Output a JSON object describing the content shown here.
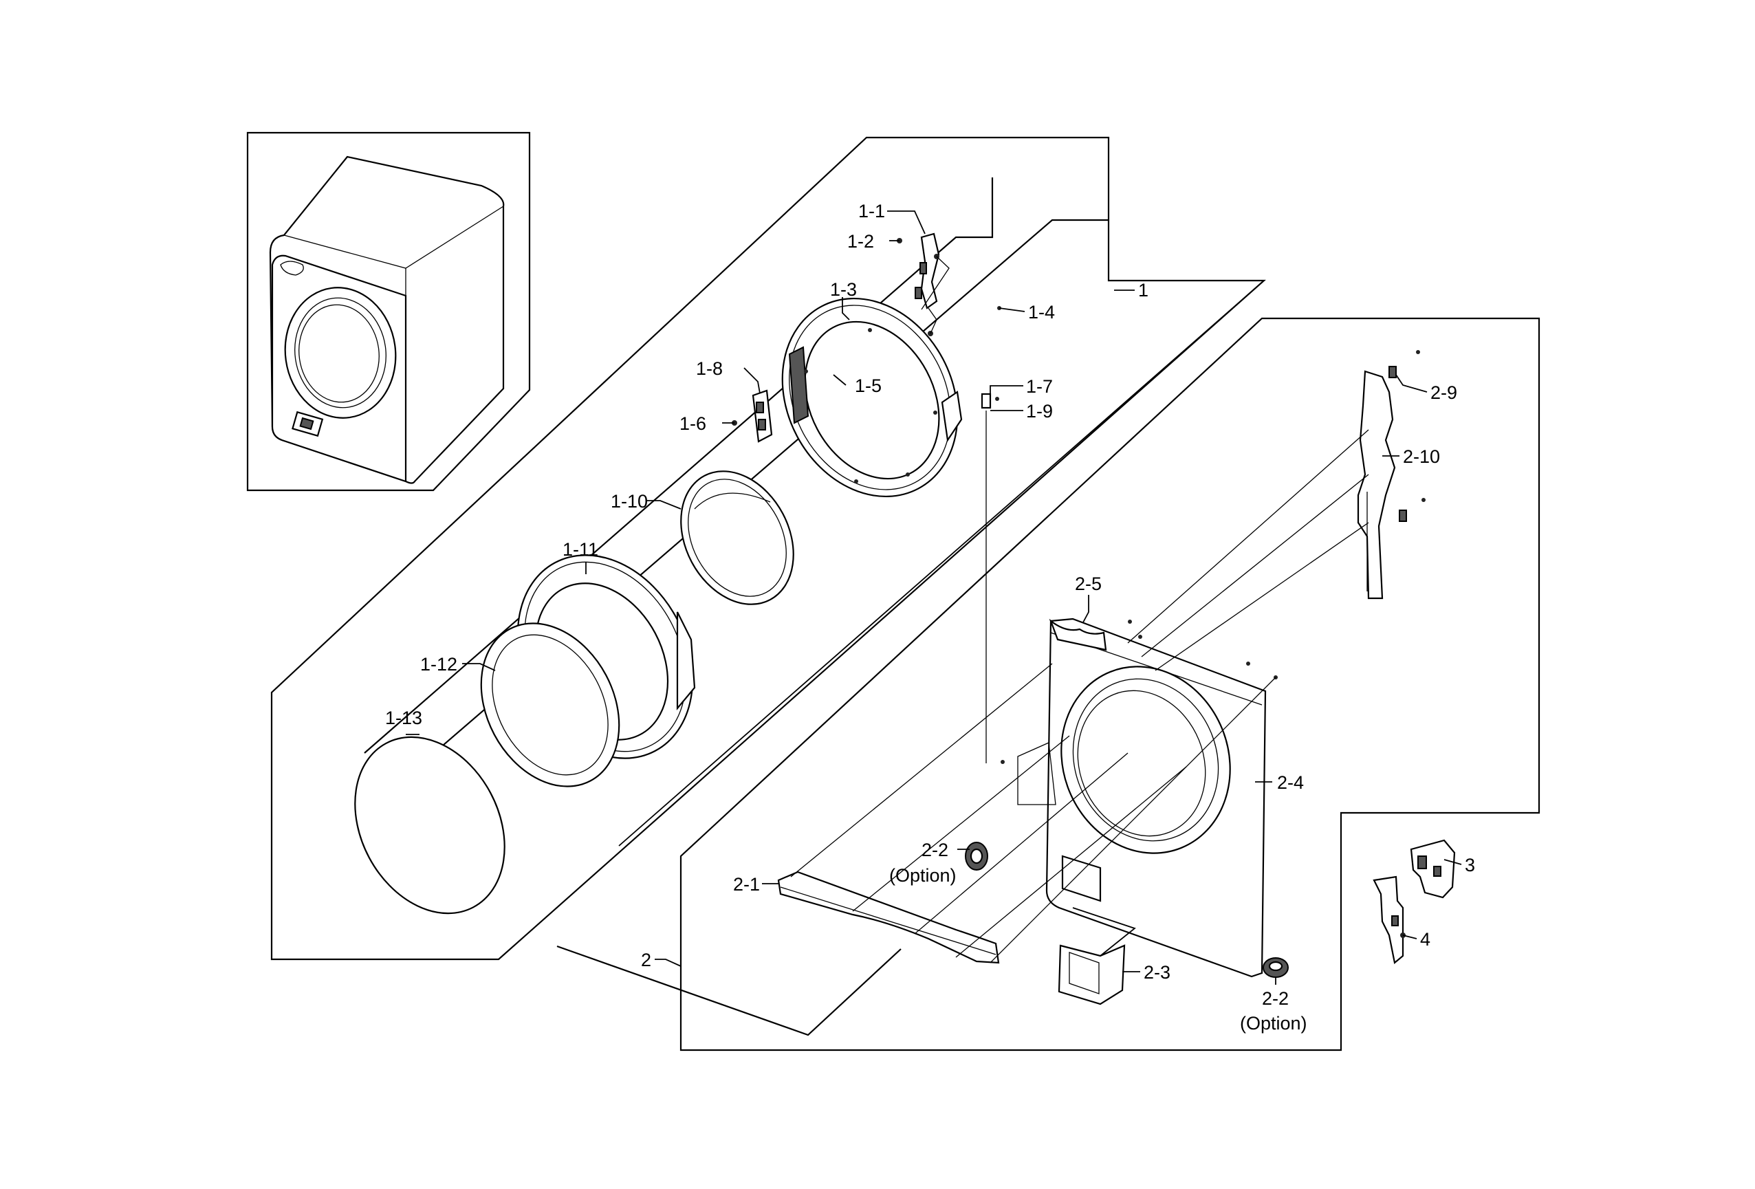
{
  "callouts": {
    "p1_1": "1-1",
    "p1_2": "1-2",
    "p1_3": "1-3",
    "p1_4": "1-4",
    "p1": "1",
    "p1_8": "1-8",
    "p1_5": "1-5",
    "p1_7": "1-7",
    "p1_6": "1-6",
    "p1_9": "1-9",
    "p2_9": "2-9",
    "p1_10": "1-10",
    "p2_10": "2-10",
    "p1_11": "1-11",
    "p2_5": "2-5",
    "p1_12": "1-12",
    "p1_13": "1-13",
    "p2_4": "2-4",
    "p2_2a": "2-2",
    "p2_2a_note": "(Option)",
    "p3": "3",
    "p2_1": "2-1",
    "p4": "4",
    "p2": "2",
    "p2_3": "2-3",
    "p2_2b": "2-2",
    "p2_2b_note": "(Option)"
  }
}
